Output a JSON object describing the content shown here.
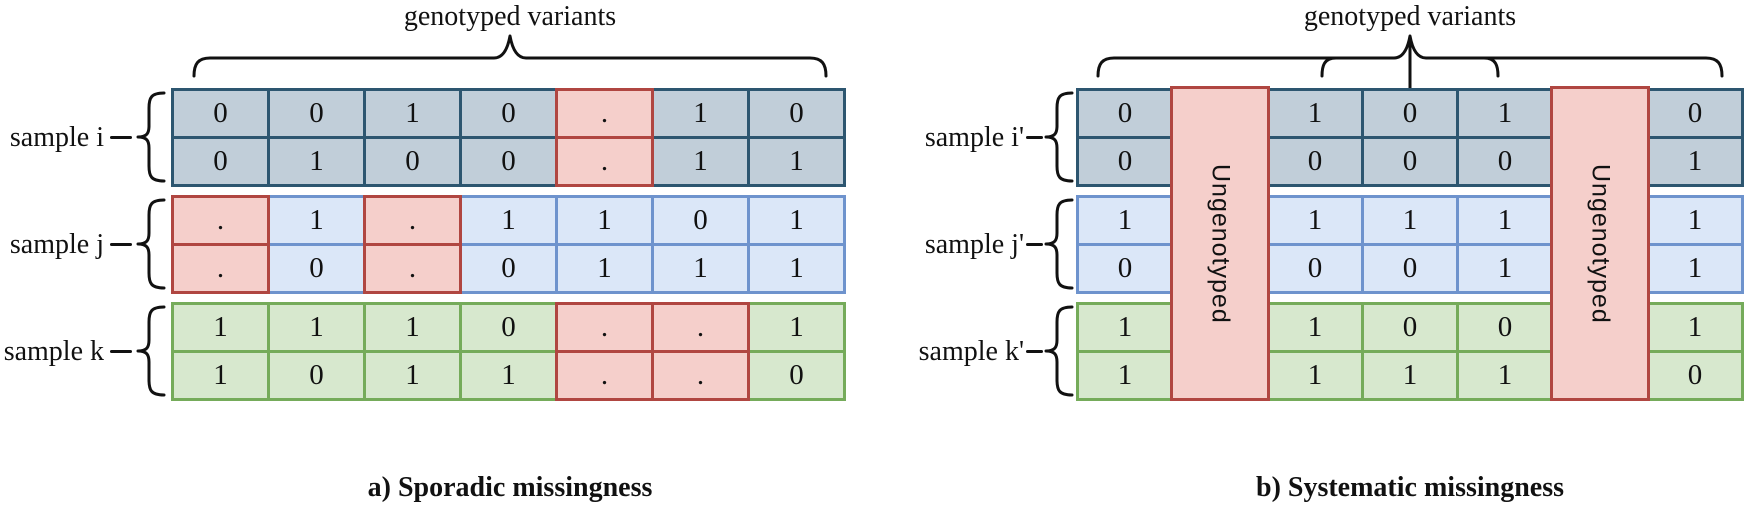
{
  "panels": [
    {
      "title": "genotyped variants",
      "caption": "a) Sporadic missingness",
      "missing_symbol": ".",
      "samples": [
        {
          "label": "sample i",
          "theme": "dark",
          "rows": [
            [
              "0",
              "0",
              "1",
              "0",
              ".",
              "1",
              "0"
            ],
            [
              "0",
              "1",
              "0",
              "0",
              ".",
              "1",
              "1"
            ]
          ]
        },
        {
          "label": "sample j",
          "theme": "blue",
          "rows": [
            [
              ".",
              "1",
              ".",
              "1",
              "1",
              "0",
              "1"
            ],
            [
              ".",
              "0",
              ".",
              "0",
              "1",
              "1",
              "1"
            ]
          ]
        },
        {
          "label": "sample k",
          "theme": "green",
          "rows": [
            [
              "1",
              "1",
              "1",
              "0",
              ".",
              ".",
              "1"
            ],
            [
              "1",
              "0",
              "1",
              "1",
              ".",
              ".",
              "0"
            ]
          ]
        }
      ]
    },
    {
      "title": "genotyped variants",
      "caption": "b) Systematic missingness",
      "ungenotyped": {
        "label": "Ungenotyped",
        "columns": [
          1,
          5
        ]
      },
      "samples": [
        {
          "label": "sample i'",
          "theme": "dark",
          "rows": [
            [
              "0",
              "",
              "1",
              "0",
              "1",
              "",
              "0"
            ],
            [
              "0",
              "",
              "0",
              "0",
              "0",
              "",
              "1"
            ]
          ]
        },
        {
          "label": "sample j'",
          "theme": "blue",
          "rows": [
            [
              "1",
              "",
              "1",
              "1",
              "1",
              "",
              "1"
            ],
            [
              "0",
              "",
              "0",
              "0",
              "1",
              "",
              "1"
            ]
          ]
        },
        {
          "label": "sample k'",
          "theme": "green",
          "rows": [
            [
              "1",
              "",
              "1",
              "0",
              "0",
              "",
              "1"
            ],
            [
              "1",
              "",
              "1",
              "1",
              "1",
              "",
              "0"
            ]
          ]
        }
      ]
    }
  ],
  "colors": {
    "ink": "#111111",
    "dark_fill": "#c1ced9",
    "dark_border": "#2d5670",
    "blue_fill": "#dbe7f8",
    "blue_border": "#6e93cd",
    "green_fill": "#d7e8ce",
    "green_border": "#75ab5a",
    "missing_fill": "#f5cfcb",
    "missing_border": "#b04641"
  }
}
